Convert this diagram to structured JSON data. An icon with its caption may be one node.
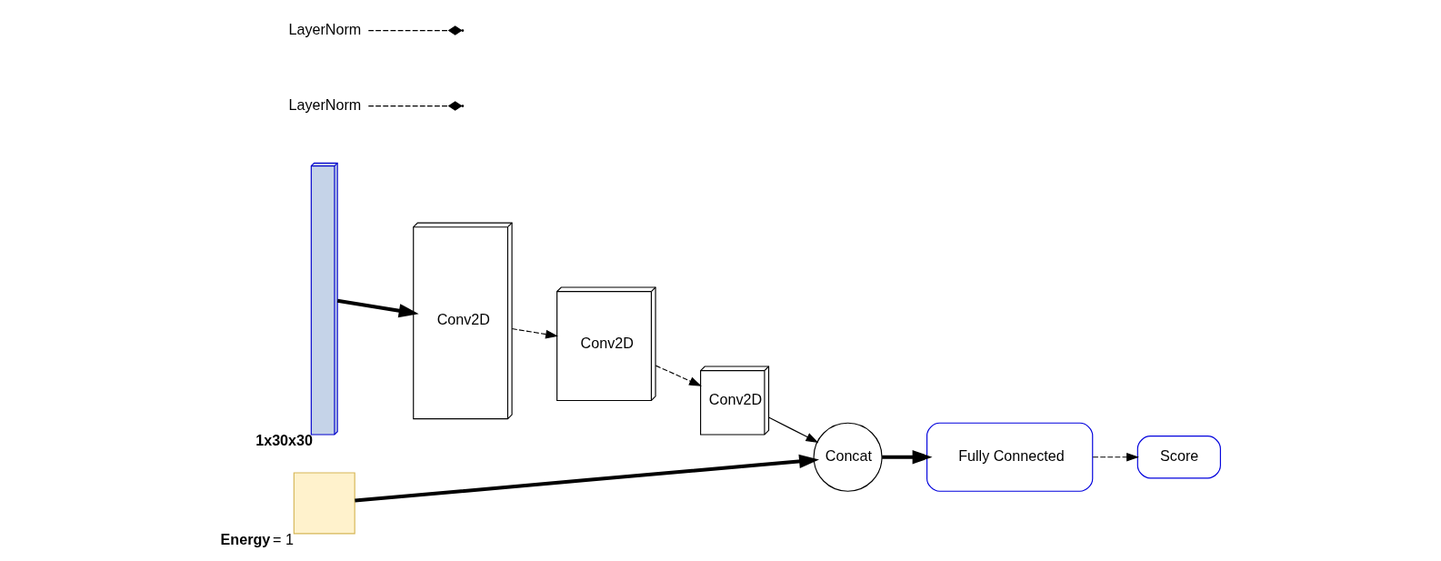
{
  "diagram": {
    "nodes": [
      {
        "text": [],
        "shape": "bar",
        "beside": [
          "1x30x30"
        ]
      },
      {
        "text": [
          "Conv2D"
        ]
      },
      {
        "text": [
          "Conv2D"
        ]
      },
      {
        "text": [
          "Conv2D"
        ]
      },
      {
        "text": [
          "Concat"
        ]
      },
      {
        "text": [
          "Fully Connected"
        ]
      },
      {
        "text": [
          "Score"
        ]
      },
      {
        "text": [],
        "shape": "box",
        "beside": [
          "**Energy** = 1"
        ]
      },
      {
        "text": [
          "LayerNorm"
        ]
      },
      {
        "text": [
          "LayerNorm"
        ]
      }
    ],
    "edges": [
      {
        "from": 0,
        "to": 1,
        "arrow": "to",
        "style": "thick"
      },
      {
        "from": 1,
        "to": 2,
        "arrow": "to",
        "style": "dashed"
      },
      {
        "from": 2,
        "to": 3,
        "arrow": "to",
        "style": "dashed"
      },
      {
        "from": 3,
        "to": 4,
        "arrow": "to"
      },
      {
        "from": 4,
        "to": 5,
        "arrow": "to",
        "style": "thick"
      },
      {
        "from": 5,
        "to": 6,
        "arrow": "to",
        "style": "dashed"
      },
      {
        "from": 7,
        "to": 4,
        "arrow": "to",
        "style": "thick"
      },
      {
        "from": 8,
        "to": null,
        "arrow": "other",
        "style": "dashed"
      },
      {
        "from": 9,
        "to": null,
        "arrow": "other",
        "style": "dashed"
      }
    ]
  }
}
